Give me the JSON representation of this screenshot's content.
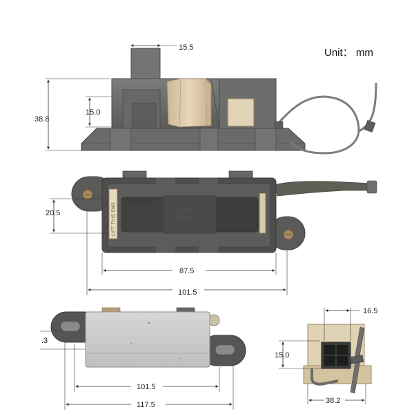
{
  "unit_label": "Unit： mm",
  "dimensions": {
    "front_top_width": "15.5",
    "front_height_total": "38.8",
    "front_height_inner": "15.0",
    "top_height": "20.5",
    "top_inner_width": "87.5",
    "top_overall_width": "101.5",
    "bottom_height": ".3",
    "bottom_inner_width": "101.5",
    "bottom_overall_width": "117.5",
    "side_width_top": "16.5",
    "side_height": "15.0",
    "side_width_bottom": "38.2"
  },
  "part_label": "LIFT THIS END",
  "mold_text_1": "TOP",
  "mold_text_2": "MEGA",
  "colors": {
    "body_gray": "#6f706d",
    "body_dark": "#4c4d4a",
    "beige": "#d9c6a6",
    "cable": "#7a7d79"
  }
}
